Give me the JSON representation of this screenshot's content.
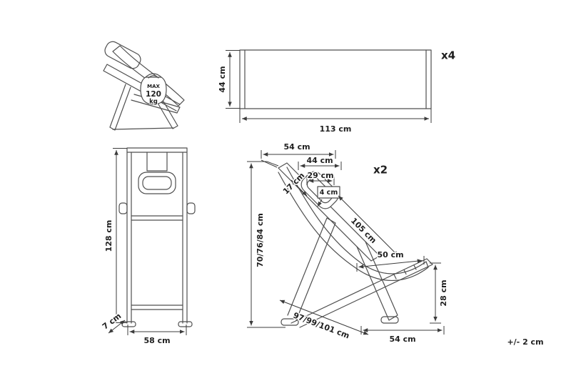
{
  "colors": {
    "line": "#4f4f4f",
    "text": "#1f1f1f",
    "background": "#ffffff"
  },
  "views": {
    "fabric_panel": {
      "quantity": "x4",
      "height": "44 cm",
      "width": "113 cm"
    },
    "weight_limit": {
      "line1": "MAX",
      "line2": "120",
      "line3": "kg"
    },
    "front": {
      "height": "128 cm",
      "width": "58 cm",
      "thickness": "7 cm"
    },
    "side": {
      "quantity": "x2",
      "top_depth": "54 cm",
      "pillow_width": "44 cm",
      "pillow_inner_width": "29 cm",
      "pillow_height": "17 cm",
      "pillow_thickness": "4 cm",
      "backrest_length": "105 cm",
      "height_options": "70/76/84 cm",
      "seat_length": "50 cm",
      "seat_height": "28 cm",
      "depth_options": "97/99/101 cm",
      "base_width": "54 cm"
    }
  },
  "footer": {
    "tolerance": "+/- 2 cm"
  }
}
